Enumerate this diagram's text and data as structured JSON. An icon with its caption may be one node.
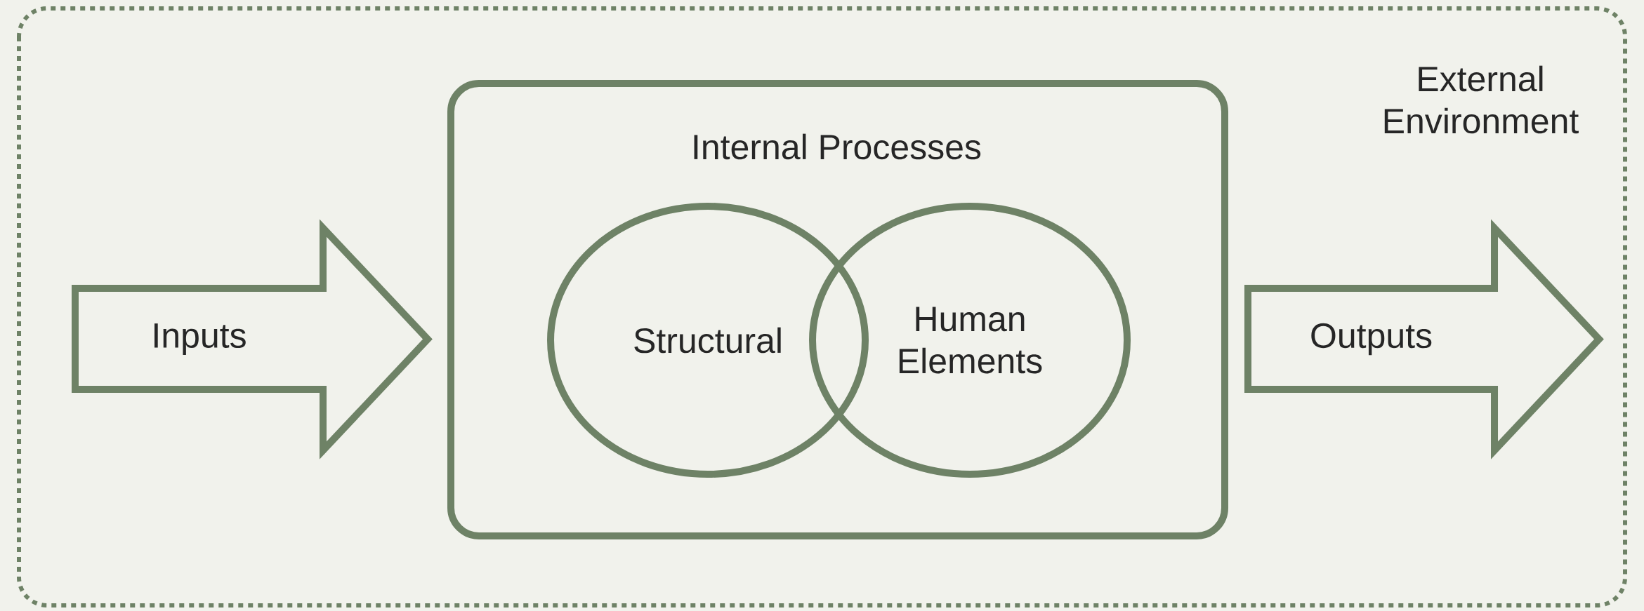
{
  "diagram": {
    "nodes": [
      {
        "text": [
          "External Environment"
        ]
      },
      {
        "text": [
          "Inputs"
        ],
        "in": 0
      },
      {
        "text": [
          "Internal Processes"
        ],
        "in": 0
      },
      {
        "text": [
          "Structural"
        ],
        "in": 2
      },
      {
        "text": [
          "Human Elements"
        ],
        "in": 2
      },
      {
        "text": [
          "Outputs"
        ],
        "in": 0
      }
    ]
  }
}
